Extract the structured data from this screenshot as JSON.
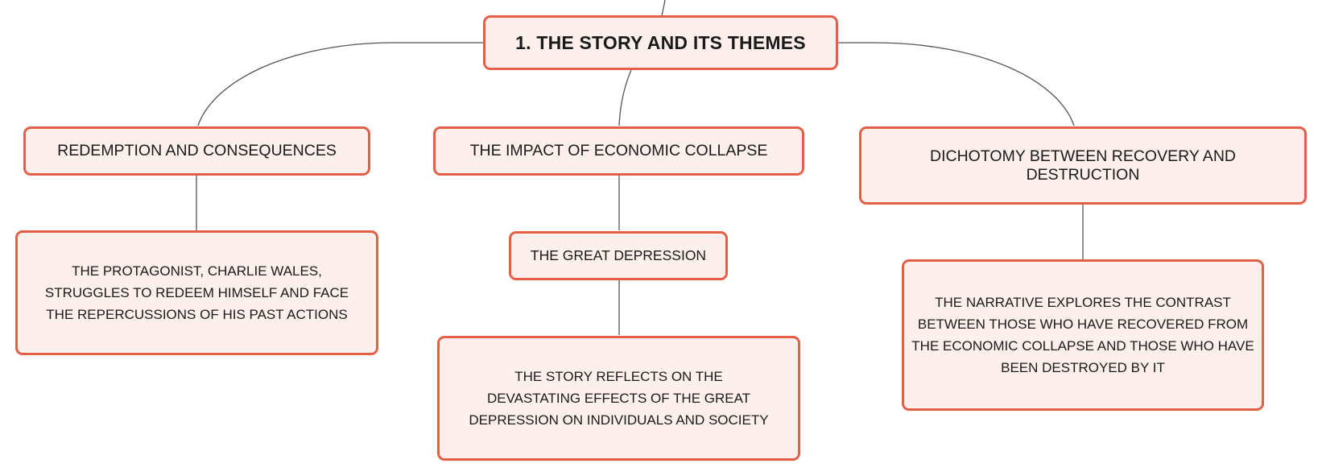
{
  "diagram": {
    "root": {
      "label": "1. THE STORY AND ITS THEMES"
    },
    "branches": [
      {
        "label": "REDEMPTION AND CONSEQUENCES",
        "detail": "THE PROTAGONIST, CHARLIE WALES, STRUGGLES TO REDEEM HIMSELF AND FACE THE REPERCUSSIONS OF HIS PAST ACTIONS"
      },
      {
        "label": "THE IMPACT OF ECONOMIC COLLAPSE",
        "subtopic": "THE GREAT DEPRESSION",
        "detail": "THE STORY REFLECTS ON THE DEVASTATING EFFECTS OF THE GREAT DEPRESSION ON INDIVIDUALS AND SOCIETY"
      },
      {
        "label": "DICHOTOMY BETWEEN RECOVERY AND DESTRUCTION",
        "detail": "THE NARRATIVE EXPLORES THE CONTRAST BETWEEN THOSE WHO HAVE RECOVERED FROM THE ECONOMIC COLLAPSE AND THOSE WHO HAVE BEEN DESTROYED BY IT"
      }
    ]
  },
  "colors": {
    "node_fill": "#fdf0ec",
    "node_border": "#e35f48",
    "connector": "#555555",
    "text": "#1a1a1a"
  }
}
